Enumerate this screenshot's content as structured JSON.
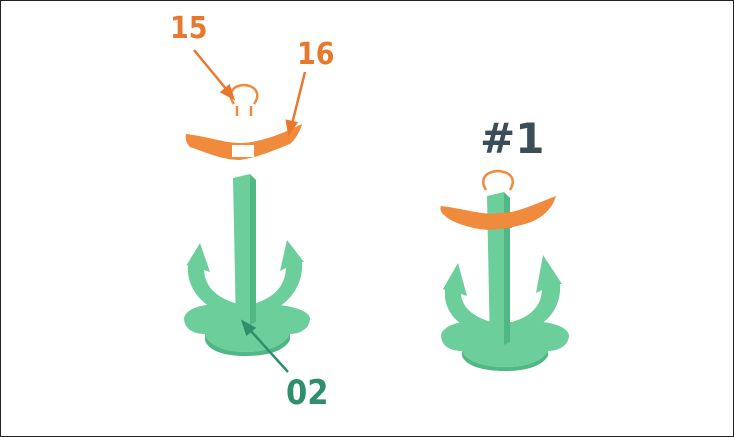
{
  "callouts": {
    "part_15": "15",
    "part_16": "16",
    "part_02": "02"
  },
  "step_label": "#1",
  "colors": {
    "anchor_green": "#6ccf9b",
    "anchor_shadow": "#4fb884",
    "part_orange": "#f08a3c",
    "callout_orange": "#e8782e",
    "callout_green": "#2e8f6c",
    "step_text": "#3b4d57"
  }
}
